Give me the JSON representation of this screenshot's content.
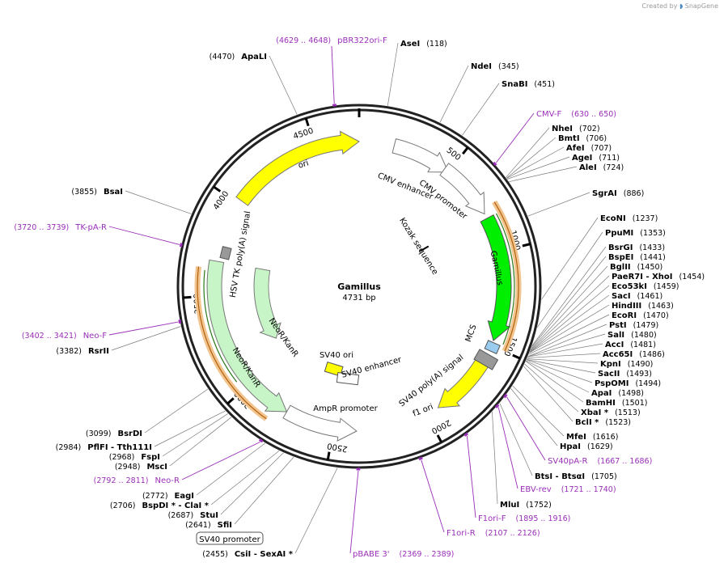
{
  "credit": {
    "prefix": "Created by",
    "brand": "SnapGene"
  },
  "plasmid": {
    "name": "Gamillus",
    "length_label": "4731 bp"
  },
  "ticks": [
    {
      "label": "500"
    },
    {
      "label": "1000"
    },
    {
      "label": "1500"
    },
    {
      "label": "2000"
    },
    {
      "label": "2500"
    },
    {
      "label": "3000"
    },
    {
      "label": "3500"
    },
    {
      "label": "4000"
    },
    {
      "label": "4500"
    }
  ],
  "features": [
    {
      "label": "ori",
      "color": "#ffff00"
    },
    {
      "label": "CMV enhancer",
      "color": "#ffffff"
    },
    {
      "label": "CMV promoter",
      "color": "#ffffff"
    },
    {
      "label": "Kozak sequence",
      "color": "#000000"
    },
    {
      "label": "Gamillus",
      "color": "#00ee00"
    },
    {
      "label": "MCS",
      "color": "#99ccee"
    },
    {
      "label": "SV40 poly(A) signal",
      "color": "#999999"
    },
    {
      "label": "f1 ori",
      "color": "#ffff00"
    },
    {
      "label": "AmpR promoter",
      "color": "#ffffff"
    },
    {
      "label": "SV40 ori",
      "color": "#ffff00"
    },
    {
      "label": "SV40 enhancer",
      "color": "#ffffff"
    },
    {
      "label": "NeoR/KanR",
      "color": "#c8f5c8"
    },
    {
      "label": "HSV TK poly(A) signal",
      "color": "#999999"
    }
  ],
  "sites": [
    {
      "name": "AseI",
      "pos": "(118)"
    },
    {
      "name": "NdeI",
      "pos": "(345)"
    },
    {
      "name": "SnaBI",
      "pos": "(451)"
    },
    {
      "name": "NheI",
      "pos": "(702)"
    },
    {
      "name": "BmtI",
      "pos": "(706)"
    },
    {
      "name": "AfeI",
      "pos": "(707)"
    },
    {
      "name": "AgeI",
      "pos": "(711)"
    },
    {
      "name": "AleI",
      "pos": "(724)"
    },
    {
      "name": "SgrAI",
      "pos": "(886)"
    },
    {
      "name": "EcoNI",
      "pos": "(1237)"
    },
    {
      "name": "PpuMI",
      "pos": "(1353)"
    },
    {
      "name": "BsrGI",
      "pos": "(1433)"
    },
    {
      "name": "BspEI",
      "pos": "(1441)"
    },
    {
      "name": "BglII",
      "pos": "(1450)"
    },
    {
      "name": "PaeR7I - XhoI",
      "pos": "(1454)"
    },
    {
      "name": "Eco53kI",
      "pos": "(1459)"
    },
    {
      "name": "SacI",
      "pos": "(1461)"
    },
    {
      "name": "HindIII",
      "pos": "(1463)"
    },
    {
      "name": "EcoRI",
      "pos": "(1470)"
    },
    {
      "name": "PstI",
      "pos": "(1479)"
    },
    {
      "name": "SalI",
      "pos": "(1480)"
    },
    {
      "name": "AccI",
      "pos": "(1481)"
    },
    {
      "name": "Acc65I",
      "pos": "(1486)"
    },
    {
      "name": "KpnI",
      "pos": "(1490)"
    },
    {
      "name": "SacII",
      "pos": "(1493)"
    },
    {
      "name": "PspOMI",
      "pos": "(1494)"
    },
    {
      "name": "ApaI",
      "pos": "(1498)"
    },
    {
      "name": "BamHI",
      "pos": "(1501)"
    },
    {
      "name": "XbaI *",
      "pos": "(1513)"
    },
    {
      "name": "BclI *",
      "pos": "(1523)"
    },
    {
      "name": "MfeI",
      "pos": "(1616)"
    },
    {
      "name": "HpaI",
      "pos": "(1629)"
    },
    {
      "name": "BtsI - BtsαI",
      "pos": "(1705)"
    },
    {
      "name": "MluI",
      "pos": "(1752)"
    },
    {
      "name": "CsiI - SexAI *",
      "pos": "(2455)"
    },
    {
      "name": "SfiI",
      "pos": "(2641)"
    },
    {
      "name": "StuI",
      "pos": "(2687)"
    },
    {
      "name": "BspDI * - ClaI *",
      "pos": "(2706)"
    },
    {
      "name": "EagI",
      "pos": "(2772)"
    },
    {
      "name": "MscI",
      "pos": "(2948)"
    },
    {
      "name": "FspI",
      "pos": "(2968)"
    },
    {
      "name": "PflFI - Tth111I",
      "pos": "(2984)"
    },
    {
      "name": "BsrDI",
      "pos": "(3099)"
    },
    {
      "name": "RsrII",
      "pos": "(3382)"
    },
    {
      "name": "BsaI",
      "pos": "(3855)"
    },
    {
      "name": "ApaLI",
      "pos": "(4470)"
    }
  ],
  "primers": [
    {
      "name": "pBR322ori-F",
      "range": "(4629 .. 4648)"
    },
    {
      "name": "CMV-F",
      "range": "(630 .. 650)"
    },
    {
      "name": "SV40pA-R",
      "range": "(1667 .. 1686)"
    },
    {
      "name": "EBV-rev",
      "range": "(1721 .. 1740)"
    },
    {
      "name": "F1ori-F",
      "range": "(1895 .. 1916)"
    },
    {
      "name": "F1ori-R",
      "range": "(2107 .. 2126)"
    },
    {
      "name": "pBABE 3'",
      "range": "(2369 .. 2389)"
    },
    {
      "name": "Neo-R",
      "range": "(2792 .. 2811)"
    },
    {
      "name": "Neo-F",
      "range": "(3402 .. 3421)"
    },
    {
      "name": "TK-pA-R",
      "range": "(3720 .. 3739)"
    }
  ],
  "boxed_label": "SV40 promoter"
}
